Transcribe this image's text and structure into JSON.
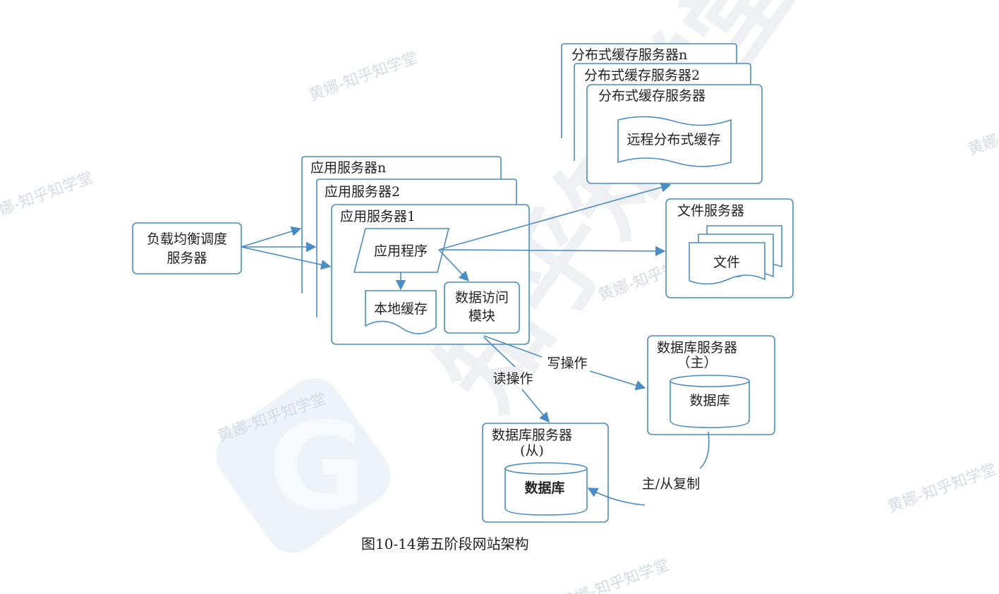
{
  "load_balancer": {
    "label_line1": "负载均衡调度",
    "label_line2": "服务器"
  },
  "app_servers": {
    "stack": [
      "应用服务器n",
      "应用服务器2",
      "应用服务器1"
    ],
    "app_program": "应用程序",
    "local_cache": "本地缓存",
    "data_access_line1": "数据访问",
    "data_access_line2": "模块"
  },
  "cache_servers": {
    "stack": [
      "分布式缓存服务器n",
      "分布式缓存服务器2",
      "分布式缓存服务器"
    ],
    "remote_cache": "远程分布式缓存"
  },
  "file_server": {
    "title": "文件服务器",
    "file_label": "文件"
  },
  "db_master": {
    "title_line1": "数据库服务器",
    "title_line2": "（主）",
    "db_label": "数据库"
  },
  "db_slave": {
    "title_line1": "数据库服务器",
    "title_line2": "(从)",
    "db_label": "数据库"
  },
  "edges": {
    "write_op": "写操作",
    "read_op": "读操作",
    "replication": "主/从复制"
  },
  "caption": "图10-14第五阶段网站架构",
  "watermark": {
    "text": "黄娜-知乎知学堂",
    "big_text": "知乎知学堂",
    "logo_letter": "G"
  },
  "colors": {
    "line": "#4a8cc4",
    "text": "#222222",
    "watermark": "#d4dbe6"
  }
}
